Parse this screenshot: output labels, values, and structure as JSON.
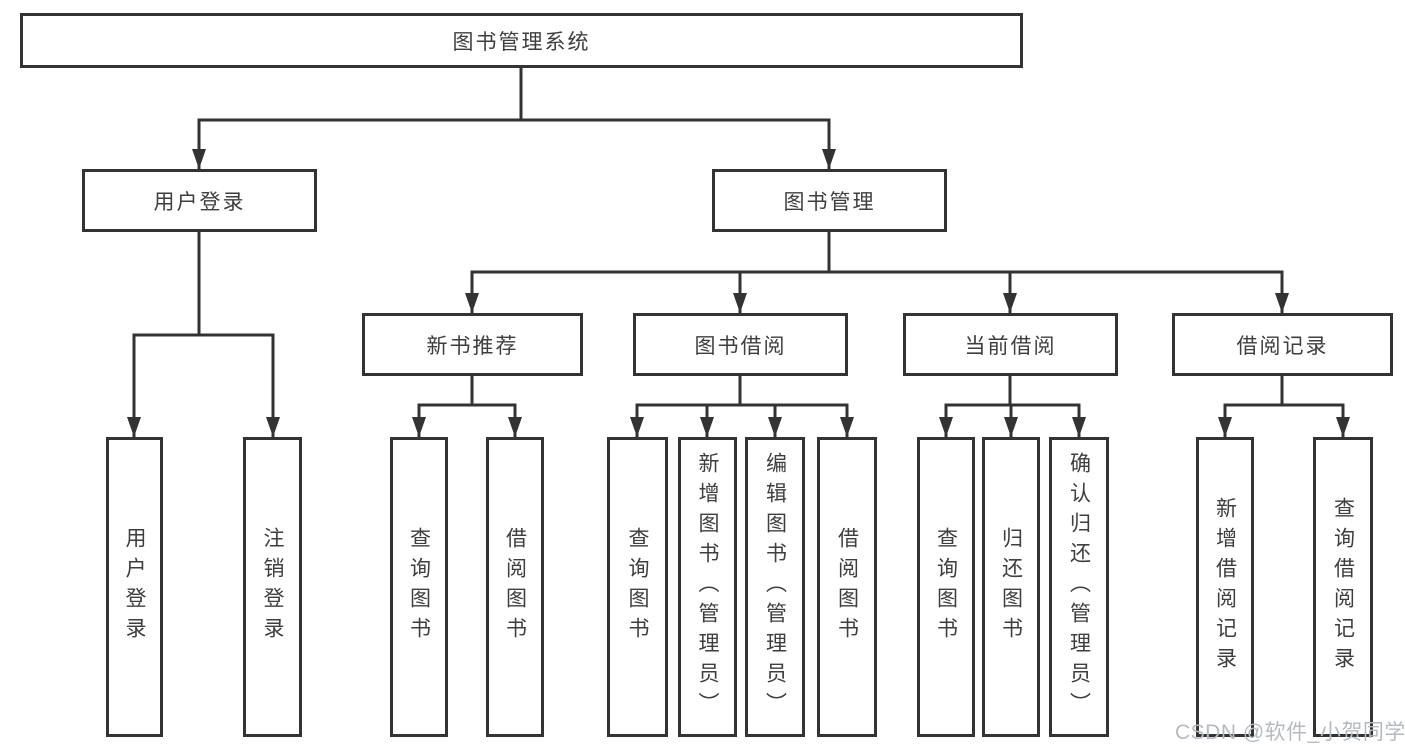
{
  "diagram": {
    "root": {
      "label": "图书管理系统"
    },
    "level1": [
      {
        "id": "user_login",
        "label": "用户登录",
        "parent": "图书管理系统"
      },
      {
        "id": "book_management",
        "label": "图书管理",
        "parent": "图书管理系统"
      }
    ],
    "level2": [
      {
        "id": "new_book_recommend",
        "label": "新书推荐",
        "parent": "图书管理"
      },
      {
        "id": "book_borrowing",
        "label": "图书借阅",
        "parent": "图书管理"
      },
      {
        "id": "current_borrowing",
        "label": "当前借阅",
        "parent": "图书管理"
      },
      {
        "id": "borrowing_records",
        "label": "借阅记录",
        "parent": "图书管理"
      }
    ],
    "leaves": [
      {
        "label": "用户登录",
        "parent": "用户登录"
      },
      {
        "label": "注销登录",
        "parent": "用户登录"
      },
      {
        "label": "查询图书",
        "parent": "新书推荐"
      },
      {
        "label": "借阅图书",
        "parent": "新书推荐"
      },
      {
        "label": "查询图书",
        "parent": "图书借阅"
      },
      {
        "label": "新增图书（管理员）",
        "parent": "图书借阅"
      },
      {
        "label": "编辑图书（管理员）",
        "parent": "图书借阅"
      },
      {
        "label": "借阅图书",
        "parent": "图书借阅"
      },
      {
        "label": "查询图书",
        "parent": "当前借阅"
      },
      {
        "label": "归还图书",
        "parent": "当前借阅"
      },
      {
        "label": "确认归还（管理员）",
        "parent": "当前借阅"
      },
      {
        "label": "新增借阅记录",
        "parent": "借阅记录"
      },
      {
        "label": "查询借阅记录",
        "parent": "借阅记录"
      }
    ]
  },
  "watermark": {
    "text": "CSDN @软件_小贺同学"
  },
  "colors": {
    "line": "#333333",
    "box_border": "#333333",
    "text": "#3e3e3e",
    "background": "#ffffff",
    "watermark": "#b5bac0"
  }
}
